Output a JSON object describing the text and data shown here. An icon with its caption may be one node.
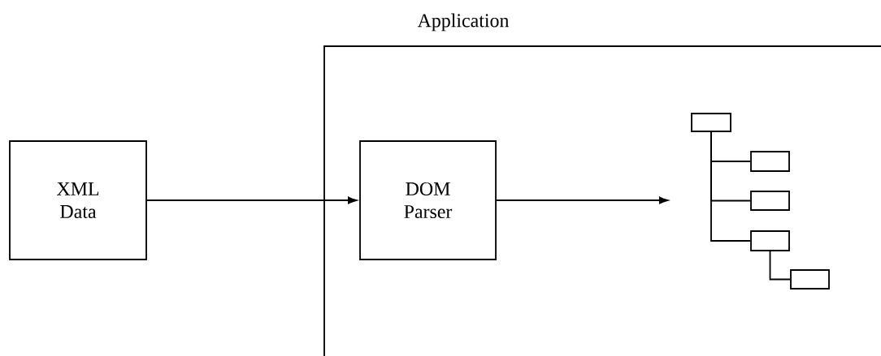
{
  "diagram": {
    "nodes": [
      {
        "text": [
          "Application"
        ]
      },
      {
        "text": [
          "XML Data"
        ]
      },
      {
        "text": [
          "DOM Parser"
        ],
        "in": 0
      },
      {
        "text": [],
        "shape": "box",
        "in": 0
      },
      {
        "text": [],
        "shape": "box",
        "in": 0
      },
      {
        "text": [],
        "shape": "box",
        "in": 0
      },
      {
        "text": [],
        "shape": "box",
        "in": 0
      },
      {
        "text": [],
        "shape": "box",
        "in": 0
      }
    ],
    "edges": [
      {
        "from": 1,
        "to": 2,
        "arrow": "to"
      },
      {
        "from": 2,
        "to": null,
        "arrow": "to"
      },
      {
        "from": 3,
        "to": 4,
        "arrow": "none"
      },
      {
        "from": 3,
        "to": 5,
        "arrow": "none"
      },
      {
        "from": 3,
        "to": 6,
        "arrow": "none"
      },
      {
        "from": 6,
        "to": 7,
        "arrow": "none"
      }
    ]
  }
}
